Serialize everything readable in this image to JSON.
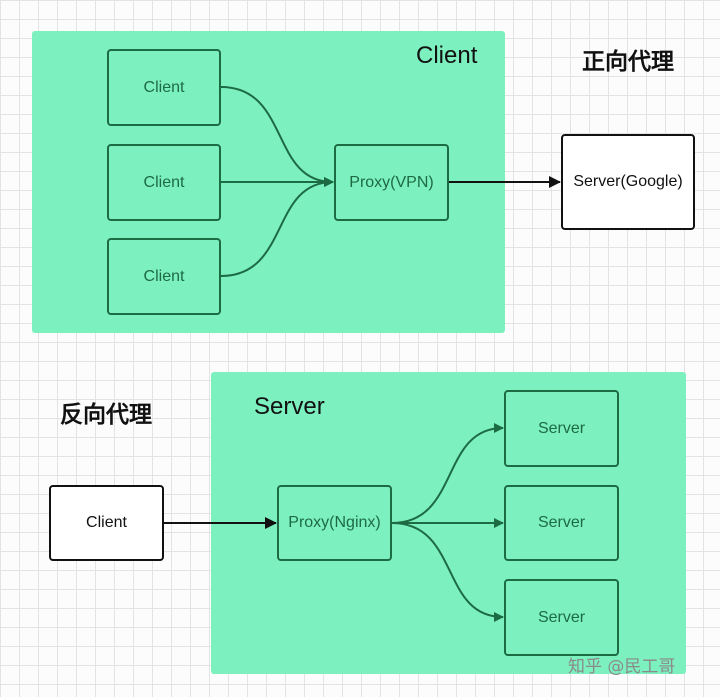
{
  "forward": {
    "title": "正向代理",
    "region_label": "Client",
    "clients": [
      "Client",
      "Client",
      "Client"
    ],
    "proxy": "Proxy(VPN)",
    "server": "Server(Google)"
  },
  "reverse": {
    "title": "反向代理",
    "region_label": "Server",
    "client": "Client",
    "proxy": "Proxy(Nginx)",
    "servers": [
      "Server",
      "Server",
      "Server"
    ]
  },
  "watermark": "知乎 @民工哥",
  "colors": {
    "region_fill": "#7df0bf",
    "node_border": "#1d6b43",
    "arrow": "#111111"
  }
}
